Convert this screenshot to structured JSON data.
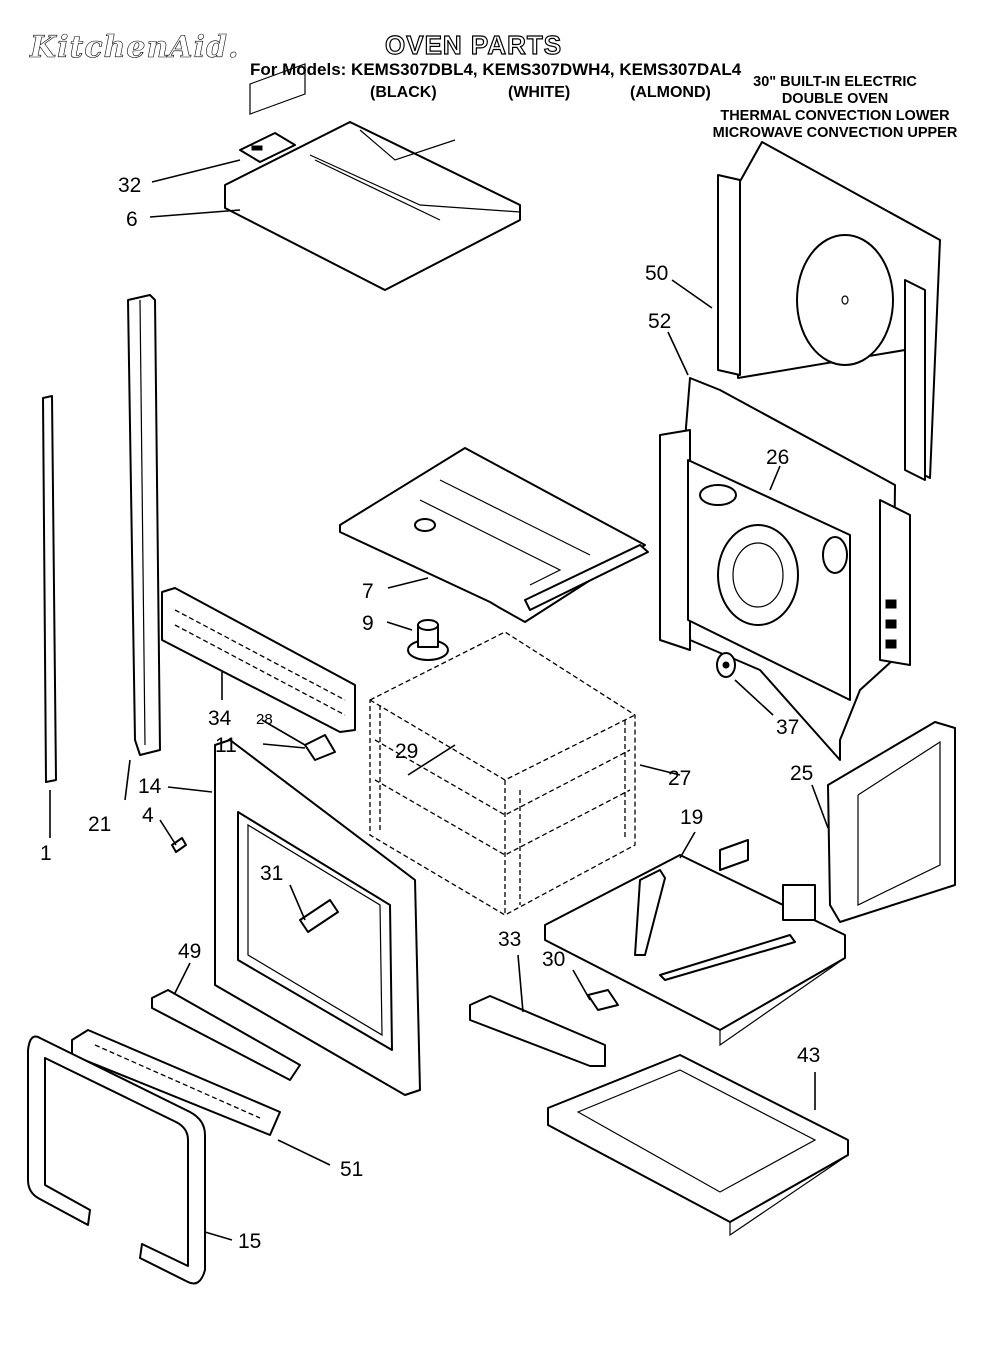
{
  "header": {
    "brand": "KitchenAid.",
    "title": "OVEN PARTS",
    "models_line": "For Models: KEMS307DBL4, KEMS307DWH4, KEMS307DAL4",
    "colors": [
      "(BLACK)",
      "(WHITE)",
      "(ALMOND)"
    ],
    "description": [
      "30\" BUILT-IN ELECTRIC",
      "DOUBLE OVEN",
      "THERMAL CONVECTION LOWER",
      "MICROWAVE CONVECTION UPPER"
    ]
  },
  "parts": {
    "p1": "1",
    "p4": "4",
    "p6": "6",
    "p7": "7",
    "p9": "9",
    "p11": "11",
    "p14": "14",
    "p15": "15",
    "p19": "19",
    "p21": "21",
    "p25": "25",
    "p26": "26",
    "p27": "27",
    "p29": "29",
    "p30": "30",
    "p31": "31",
    "p32": "32",
    "p33": "33",
    "p34": "34",
    "p37": "37",
    "p43": "43",
    "p49": "49",
    "p50": "50",
    "p51": "51",
    "p52": "52",
    "p28": "28"
  }
}
